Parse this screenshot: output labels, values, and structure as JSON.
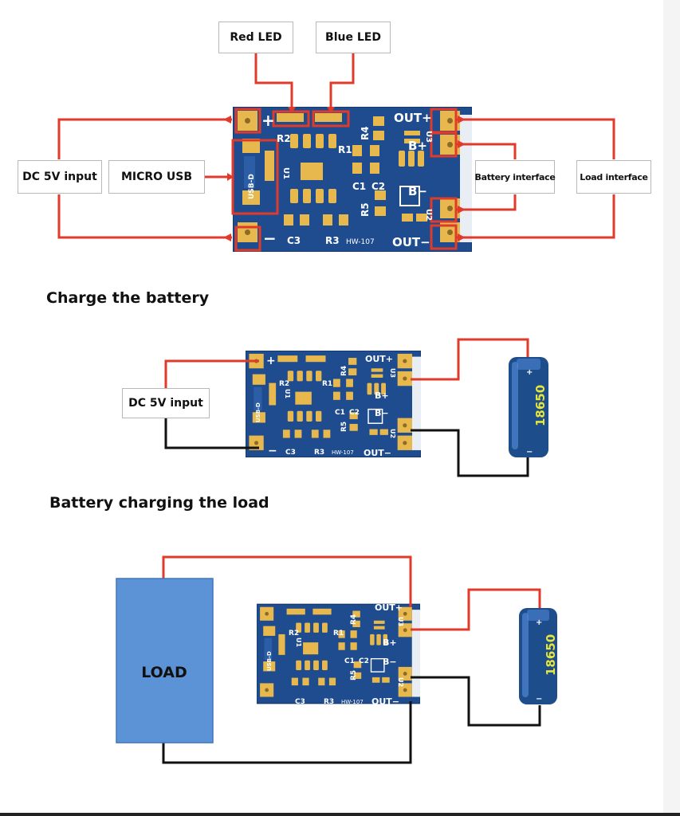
{
  "headings": {
    "charge": "Charge the battery",
    "discharge": "Battery charging the load"
  },
  "callouts": {
    "red_led": "Red  LED",
    "blue_led": "Blue LED",
    "dc_input": "DC 5V input",
    "micro_usb": "MICRO  USB",
    "battery_interface": "Battery interface",
    "load_interface": "Load interface",
    "dc_input_2": "DC 5V input"
  },
  "board": {
    "labels": {
      "out_plus": "OUT+",
      "b_plus": "B+",
      "b_minus": "B−",
      "out_minus": "OUT−",
      "plus": "+",
      "minus": "−",
      "r1": "R1",
      "r2": "R2",
      "r3": "R3",
      "r4": "R4",
      "r5": "R5",
      "c1": "C1",
      "c2": "C2",
      "c3": "C3",
      "u1": "U1",
      "u2": "U2",
      "u3": "U3",
      "usb": "USB-D",
      "model": "HW-107"
    }
  },
  "battery": {
    "label": "18650"
  },
  "load": {
    "label": "LOAD"
  },
  "colors": {
    "board": "#1f4c8f",
    "pad": "#e6b84d",
    "wire_red": "#e03a2a",
    "wire_black": "#111111",
    "load_box": "#5b93d6",
    "battery": "#1e4d8c"
  }
}
